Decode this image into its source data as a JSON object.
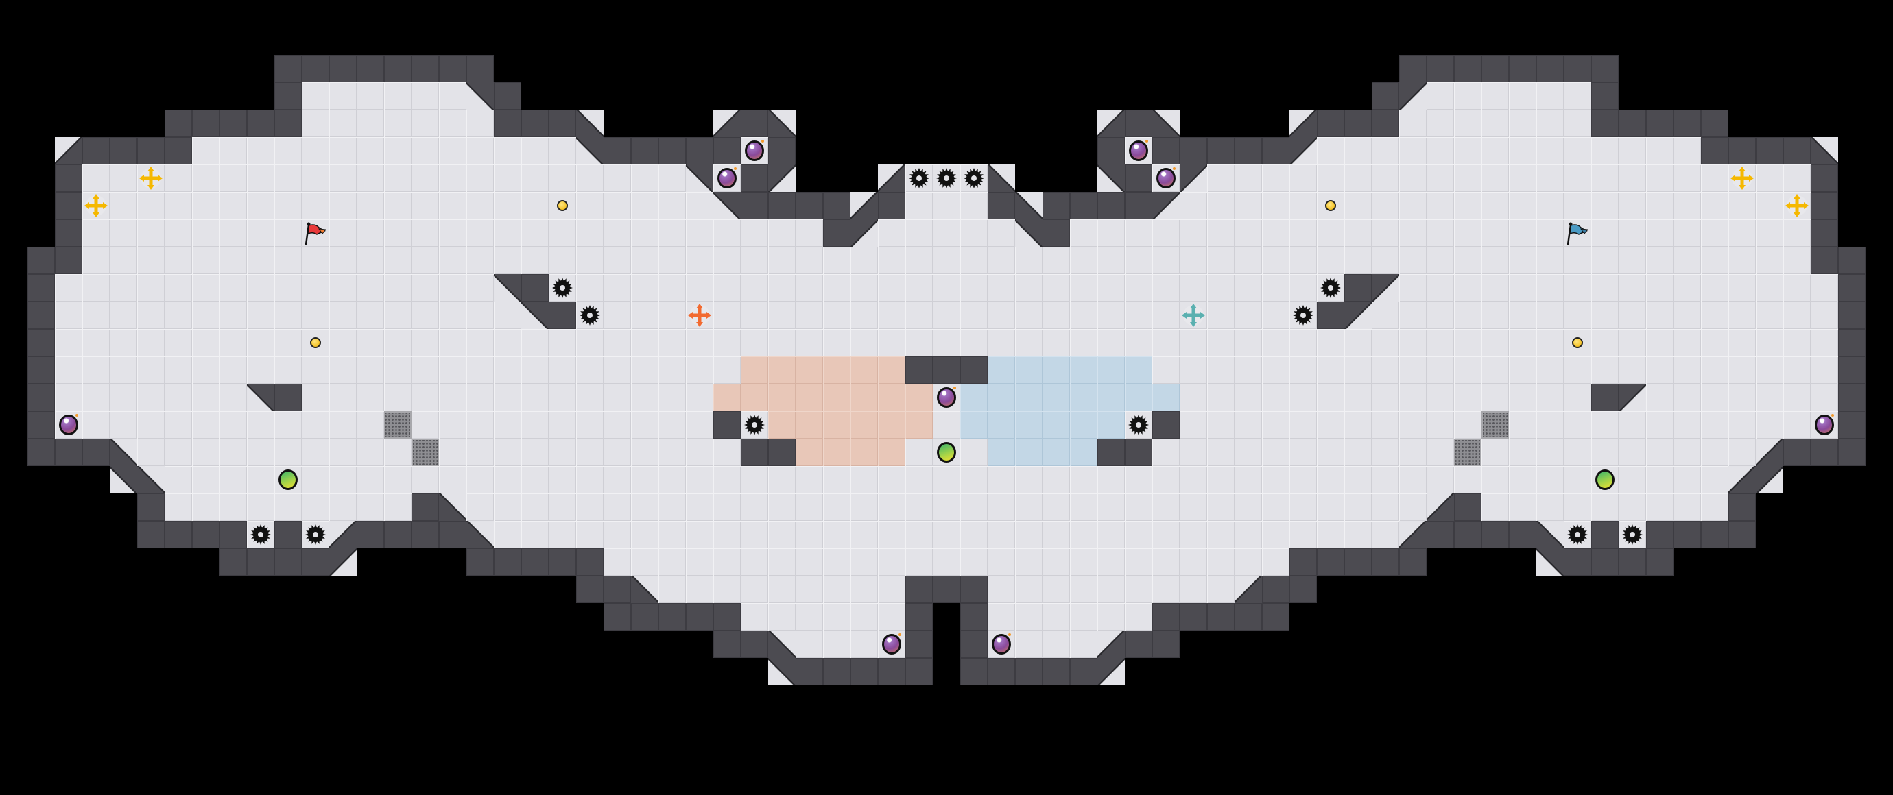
{
  "map": {
    "tile_types": [
      "floor",
      "wall",
      "diagonal-wall",
      "red-team-tile",
      "blue-team-tile"
    ],
    "colors": {
      "background": "#000000",
      "floor": "#e3e3e8",
      "wall": "#4c4b51",
      "red_zone": "#e8c7b8",
      "blue_zone": "#c3d7e6",
      "red_flag": "#e8393a",
      "blue_flag": "#4a9ac4",
      "boost_neutral": "#f5b800",
      "boost_red": "#f26a30",
      "boost_blue": "#5ab0b0",
      "spike": "#111111",
      "bomb": "#8a4a9a",
      "powerup": "#9fd24a",
      "button": "#f2b400",
      "gate": "#8e8e92"
    },
    "entities": {
      "flags": [
        "red-flag",
        "blue-flag"
      ],
      "boosts": [
        "yellow-boost",
        "red-boost",
        "teal-boost"
      ],
      "hazards": [
        "spike",
        "bomb"
      ],
      "items": [
        "powerup",
        "button",
        "gate"
      ]
    }
  }
}
